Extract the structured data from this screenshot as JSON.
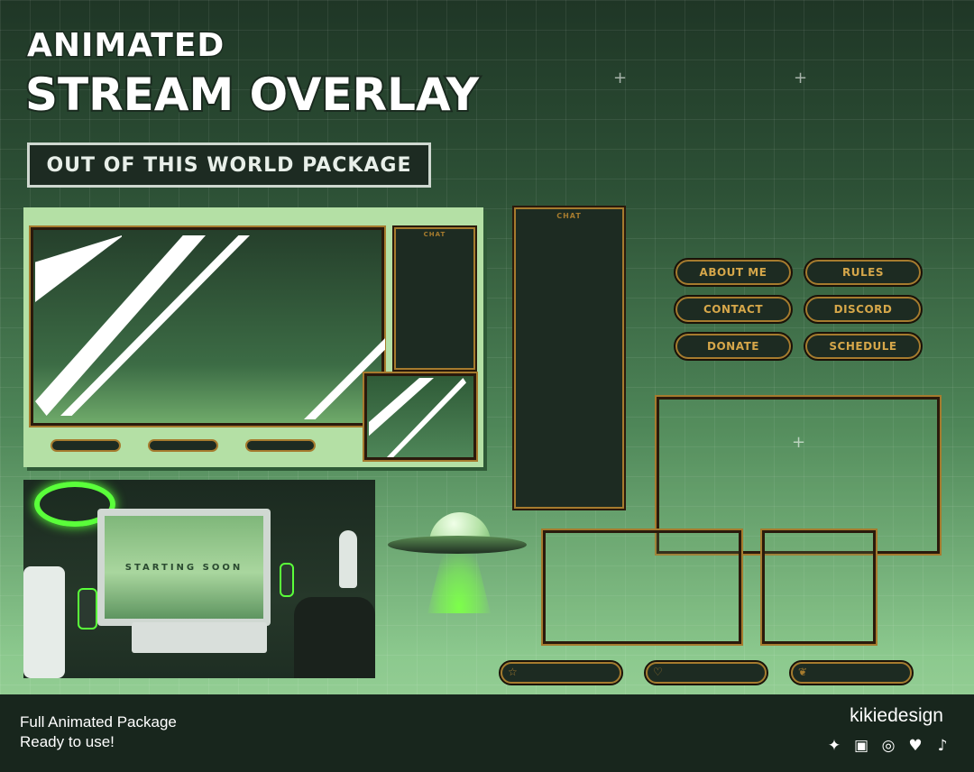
{
  "header": {
    "title_line1": "ANIMATED",
    "title_line2": "STREAM OVERLAY",
    "package_label": "OUT OF THIS WORLD PACKAGE"
  },
  "overlay": {
    "chat_label": "CHAT",
    "tall_chat_label": "CHAT",
    "scene_screen_text": "STARTING SOON"
  },
  "buttons": [
    {
      "label": "ABOUT ME"
    },
    {
      "label": "RULES"
    },
    {
      "label": "CONTACT"
    },
    {
      "label": "DISCORD"
    },
    {
      "label": "DONATE"
    },
    {
      "label": "SCHEDULE"
    }
  ],
  "footer": {
    "line1": "Full Animated Package",
    "line2": "Ready to use!",
    "brand": "kikiedesign",
    "socials": [
      "twitter-icon",
      "twitch-icon",
      "instagram-icon",
      "kofi-icon",
      "tiktok-icon"
    ]
  },
  "colors": {
    "accent_gold": "#a67b2e",
    "panel_dark": "#1d2b22",
    "neon_green": "#7dff4a"
  }
}
